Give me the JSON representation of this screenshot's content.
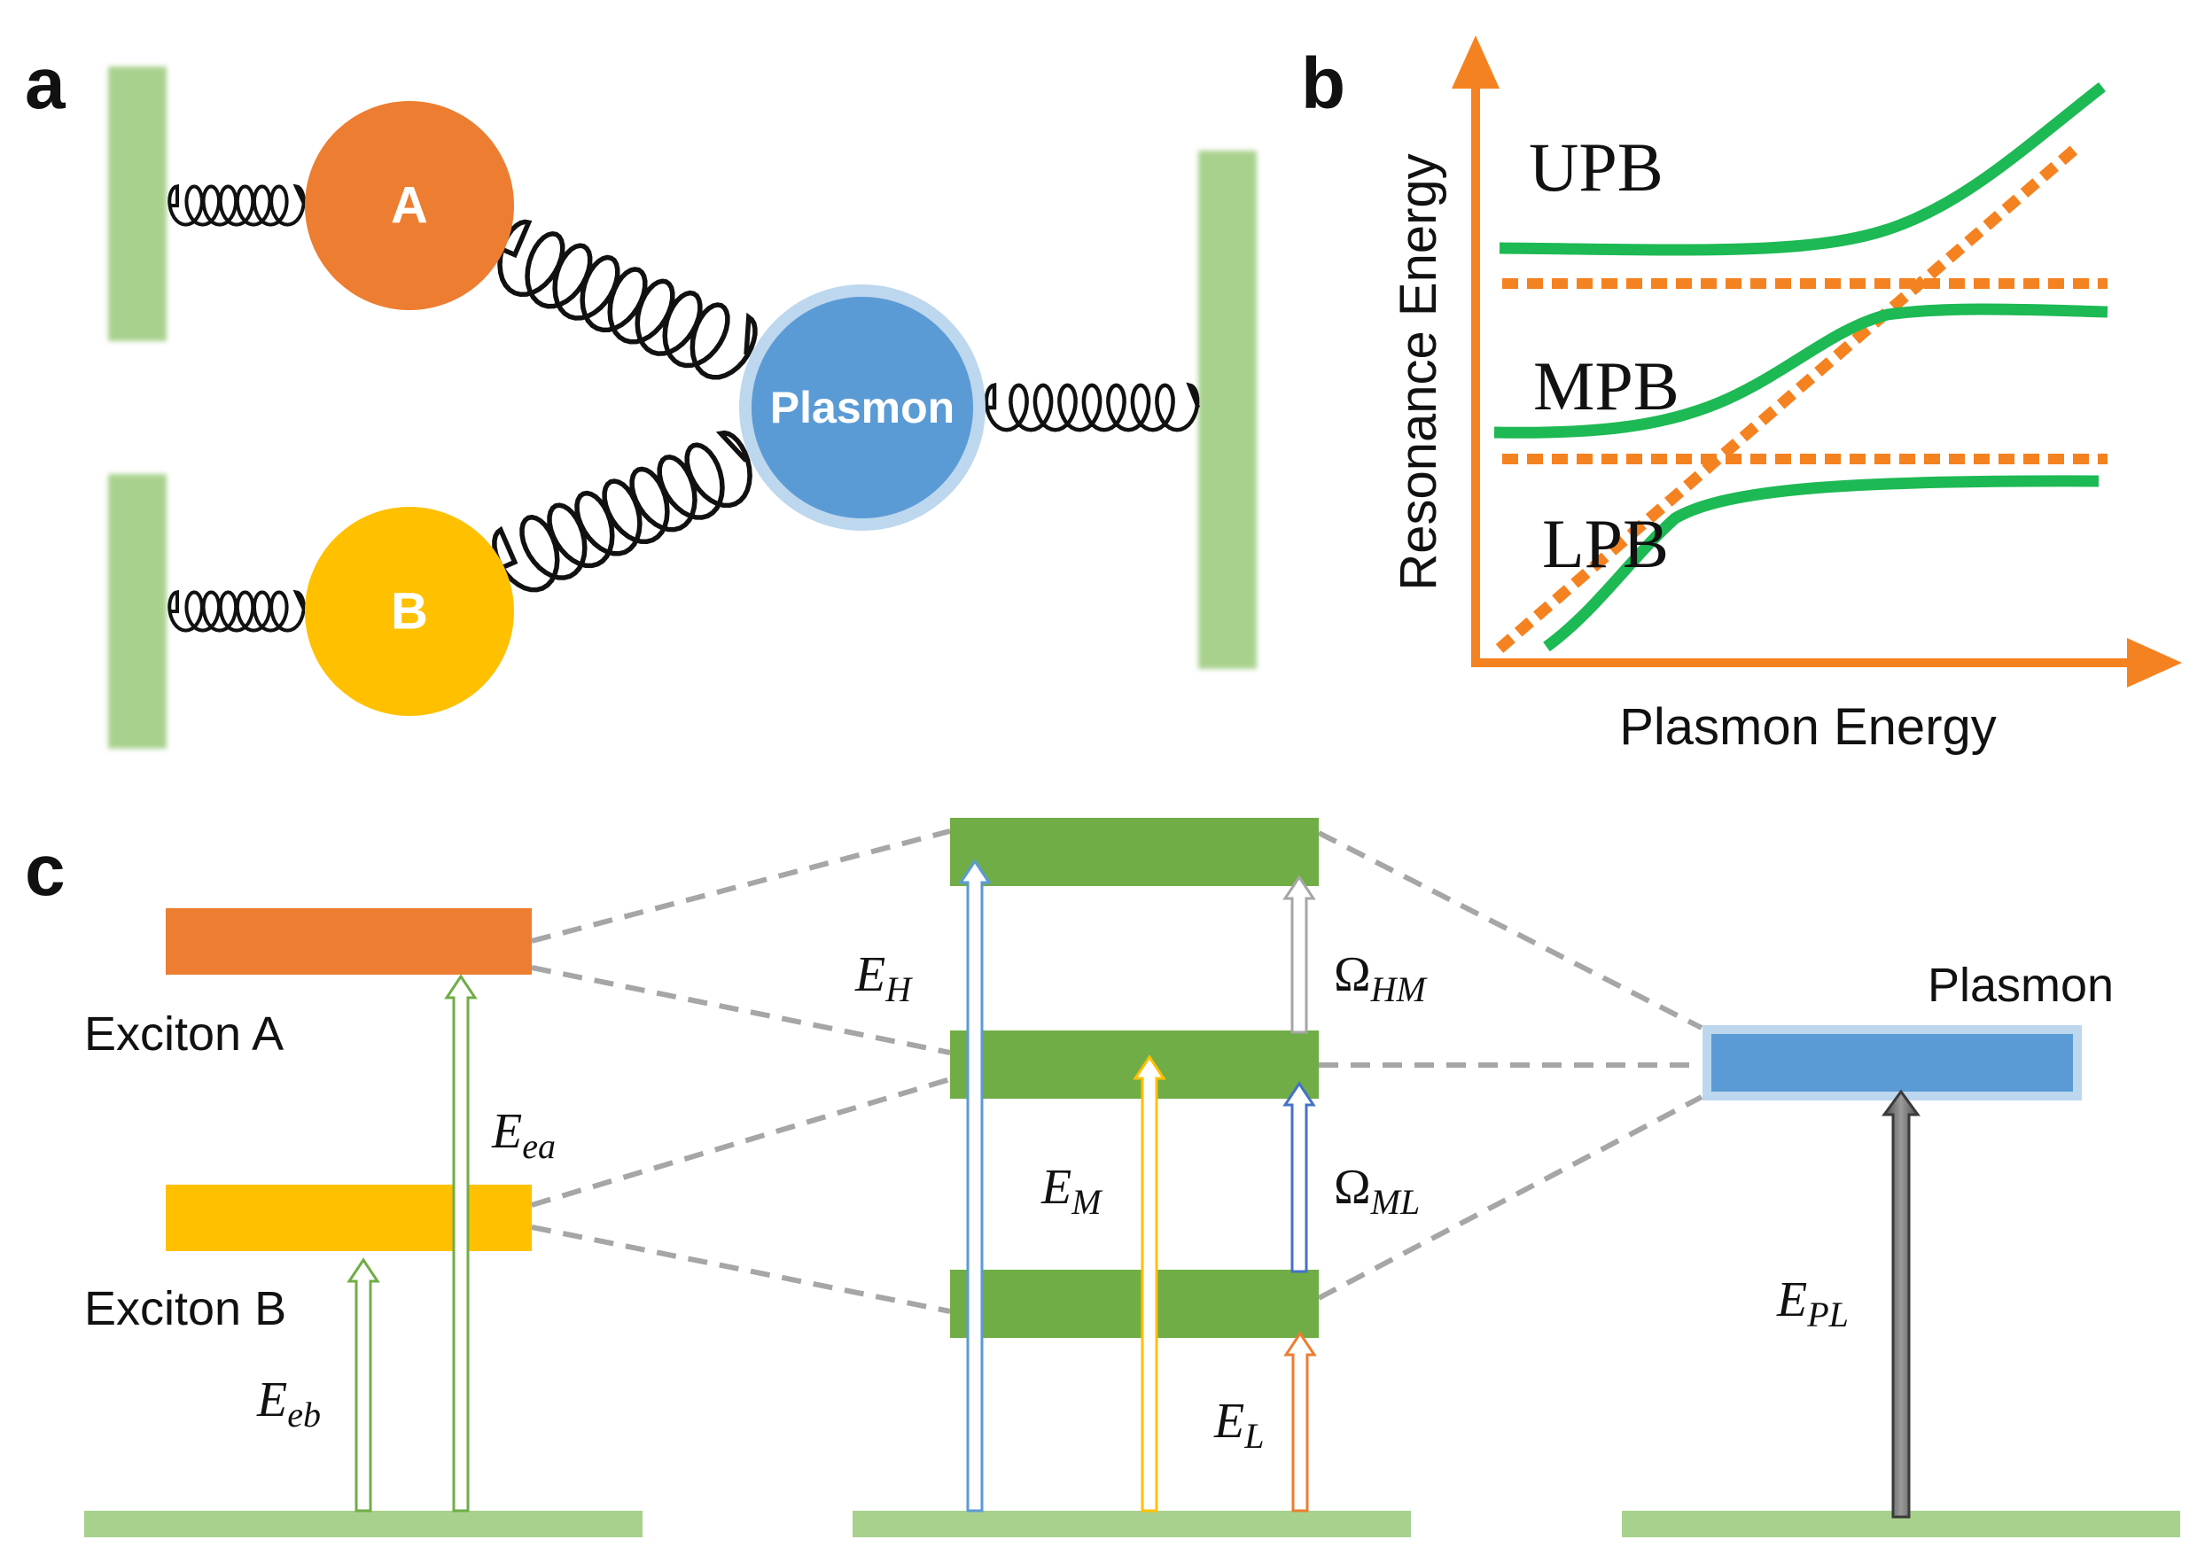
{
  "panels": {
    "a": {
      "letter": "a",
      "oscillator_a": "A",
      "oscillator_b": "B",
      "plasmon": "Plasmon"
    },
    "b": {
      "letter": "b",
      "y_axis_label": "Resonance Energy",
      "x_axis_label": "Plasmon Energy",
      "branches": [
        "UPB",
        "MPB",
        "LPB"
      ]
    },
    "c": {
      "letter": "c",
      "exciton_a": "Exciton A",
      "exciton_b": "Exciton B",
      "plasmon": "Plasmon",
      "energies": {
        "E_ea": {
          "base": "E",
          "sub": "ea"
        },
        "E_eb": {
          "base": "E",
          "sub": "eb"
        },
        "E_H": {
          "base": "E",
          "sub": "H"
        },
        "E_M": {
          "base": "E",
          "sub": "M"
        },
        "E_L": {
          "base": "E",
          "sub": "L"
        },
        "Omega_HM": {
          "base": "Ω",
          "sub": "HM"
        },
        "Omega_ML": {
          "base": "Ω",
          "sub": "ML"
        },
        "E_PL": {
          "base": "E",
          "sub": "PL"
        }
      }
    }
  },
  "colors": {
    "orange": "#ED7D31",
    "yellow": "#FFC000",
    "blue": "#5B9BD5",
    "light_blue": "#BDD7EE",
    "dark_green": "#70AD47",
    "light_green": "#A9D18E",
    "bright_green": "#1DB954",
    "axis_orange": "#F58220",
    "dash_gray": "#A6A6A6",
    "arrow_gray": "#808080"
  }
}
